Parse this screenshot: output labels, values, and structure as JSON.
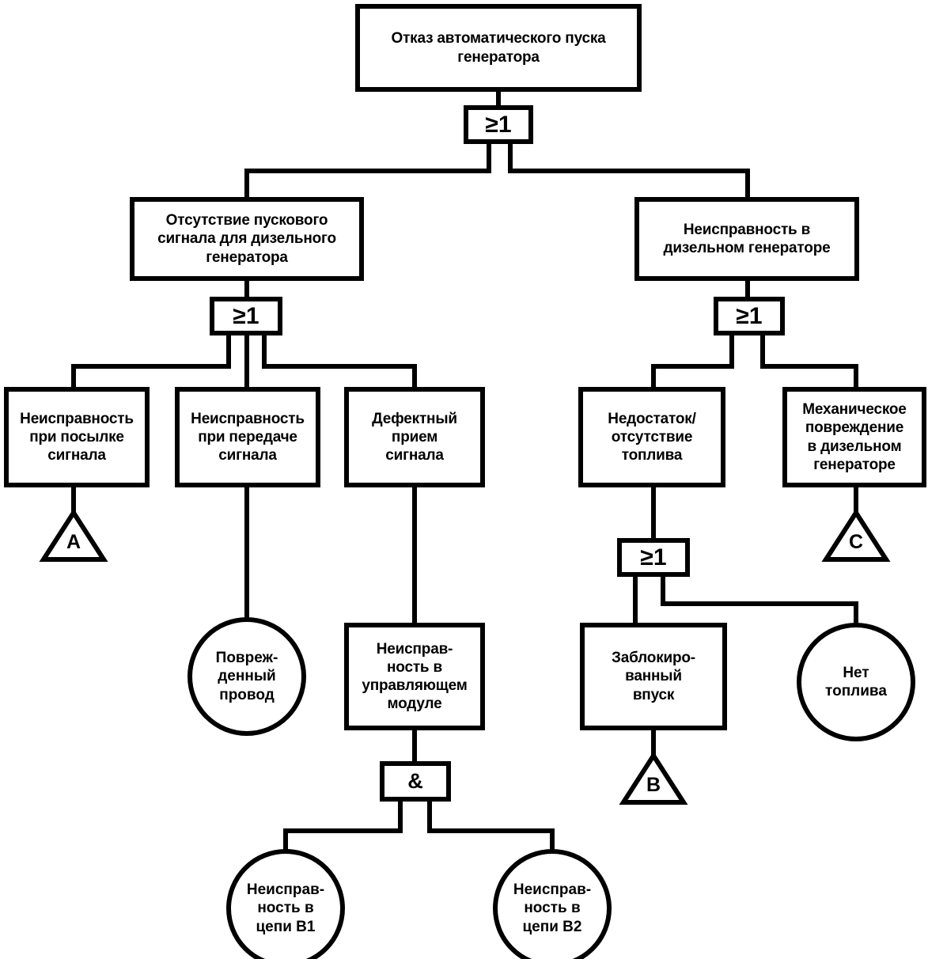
{
  "diagram": {
    "type": "fault-tree",
    "title": "Отказ автоматического пуска генератора",
    "colors": {
      "stroke": "#000000",
      "fill": "#ffffff",
      "background": "#ffffff"
    },
    "nodes": {
      "top_event": {
        "label": "Отказ автоматического пуска\nгенератора",
        "shape": "rect"
      },
      "gate_top": {
        "label": "≥1",
        "shape": "gate"
      },
      "no_start_signal": {
        "label": "Отсутствие пускового\nсигнала для дизельного\nгенератора",
        "shape": "rect"
      },
      "diesel_fault": {
        "label": "Неисправность в\nдизельном генераторе",
        "shape": "rect"
      },
      "gate_left": {
        "label": "≥1",
        "shape": "gate"
      },
      "gate_right": {
        "label": "≥1",
        "shape": "gate"
      },
      "send_fault": {
        "label": "Неисправность\nпри посылке\nсигнала",
        "shape": "rect"
      },
      "transmit_fault": {
        "label": "Неисправность\nпри передаче\nсигнала",
        "shape": "rect"
      },
      "receive_fault": {
        "label": "Дефектный\nприем\nсигнала",
        "shape": "rect"
      },
      "fuel_lack": {
        "label": "Недостаток/\nотсутствие\nтоплива",
        "shape": "rect"
      },
      "mech_damage": {
        "label": "Механическое\nповреждение\nв дизельном\nгенераторе",
        "shape": "rect"
      },
      "transfer_a": {
        "label": "A",
        "shape": "triangle"
      },
      "transfer_b": {
        "label": "B",
        "shape": "triangle"
      },
      "transfer_c": {
        "label": "C",
        "shape": "triangle"
      },
      "damaged_wire": {
        "label": "Повреж-\nденный\nпровод",
        "shape": "circle"
      },
      "control_module_fault": {
        "label": "Неисправ-\nность в\nуправляющем\nмодуле",
        "shape": "rect"
      },
      "gate_fuel": {
        "label": "≥1",
        "shape": "gate"
      },
      "blocked_intake": {
        "label": "Заблокиро-\nванный\nвпуск",
        "shape": "rect"
      },
      "no_fuel": {
        "label": "Нет\nтоплива",
        "shape": "circle"
      },
      "gate_and": {
        "label": "&",
        "shape": "gate"
      },
      "circuit_b1_fault": {
        "label": "Неисправ-\nность в\nцепи В1",
        "shape": "circle"
      },
      "circuit_b2_fault": {
        "label": "Неисправ-\nность в\nцепи В2",
        "shape": "circle"
      }
    }
  }
}
